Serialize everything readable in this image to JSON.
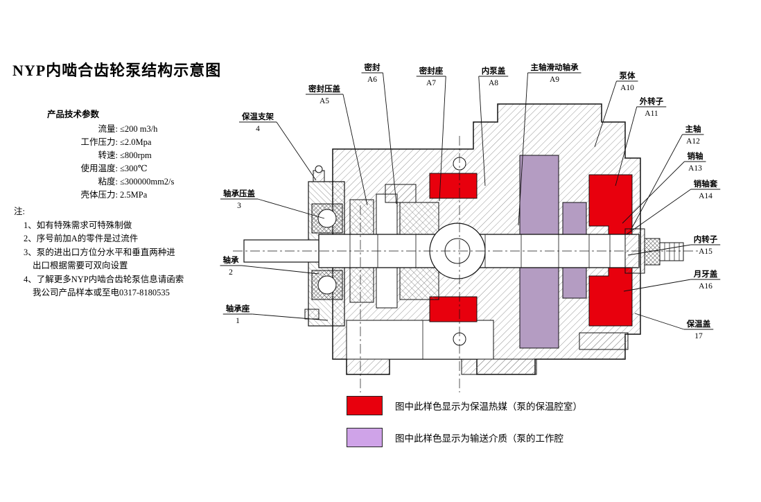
{
  "title": "NYP内啮合齿轮泵结构示意图",
  "specs": {
    "heading": "产品技术参数",
    "items": [
      {
        "label": "流量:",
        "value": "≤200 m3/h"
      },
      {
        "label": "工作压力:",
        "value": "≤2.0Mpa"
      },
      {
        "label": "转速:",
        "value": "≤800rpm"
      },
      {
        "label": "使用温度:",
        "value": "≤300℃"
      },
      {
        "label": "粘度:",
        "value": "≤300000mm2/s"
      },
      {
        "label": "壳体压力:",
        "value": "2.5MPa"
      }
    ]
  },
  "notes": {
    "heading": "注:",
    "lines": [
      "1、如有特殊需求可特殊制做",
      "2、序号前加A的零件是过流件",
      "3、泵的进出口方位分水平和垂直两种进",
      "出口根据需要可双向设置",
      "4、了解更多NYP内啮合齿轮泵信息请函索",
      "我公司产品样本或至电0317-8180535"
    ]
  },
  "diagram": {
    "callouts": [
      {
        "label": "保温支架",
        "code": "4"
      },
      {
        "label": "密封压盖",
        "code": "A5"
      },
      {
        "label": "密封",
        "code": "A6"
      },
      {
        "label": "密封座",
        "code": "A7"
      },
      {
        "label": "内泵盖",
        "code": "A8"
      },
      {
        "label": "主轴滑动轴承",
        "code": "A9"
      },
      {
        "label": "泵体",
        "code": "A10"
      },
      {
        "label": "外转子",
        "code": "A11"
      },
      {
        "label": "主轴",
        "code": "A12"
      },
      {
        "label": "销轴",
        "code": "A13"
      },
      {
        "label": "销轴套",
        "code": "A14"
      },
      {
        "label": "内转子",
        "code": "A15"
      },
      {
        "label": "月牙盖",
        "code": "A16"
      },
      {
        "label": "保温盖",
        "code": "17"
      },
      {
        "label": "轴承压盖",
        "code": "3"
      },
      {
        "label": "轴承",
        "code": "2"
      },
      {
        "label": "轴承座",
        "code": "1"
      }
    ]
  },
  "colors": {
    "insulation": "#e8000d",
    "medium": "#b49cc2",
    "legend_medium": "#cfa3e8"
  },
  "legend": {
    "items": [
      {
        "text": "图中此样色显示为保温热媒（泵的保温腔室）"
      },
      {
        "text": "图中此样色显示为输送介质（泵的工作腔"
      }
    ]
  }
}
